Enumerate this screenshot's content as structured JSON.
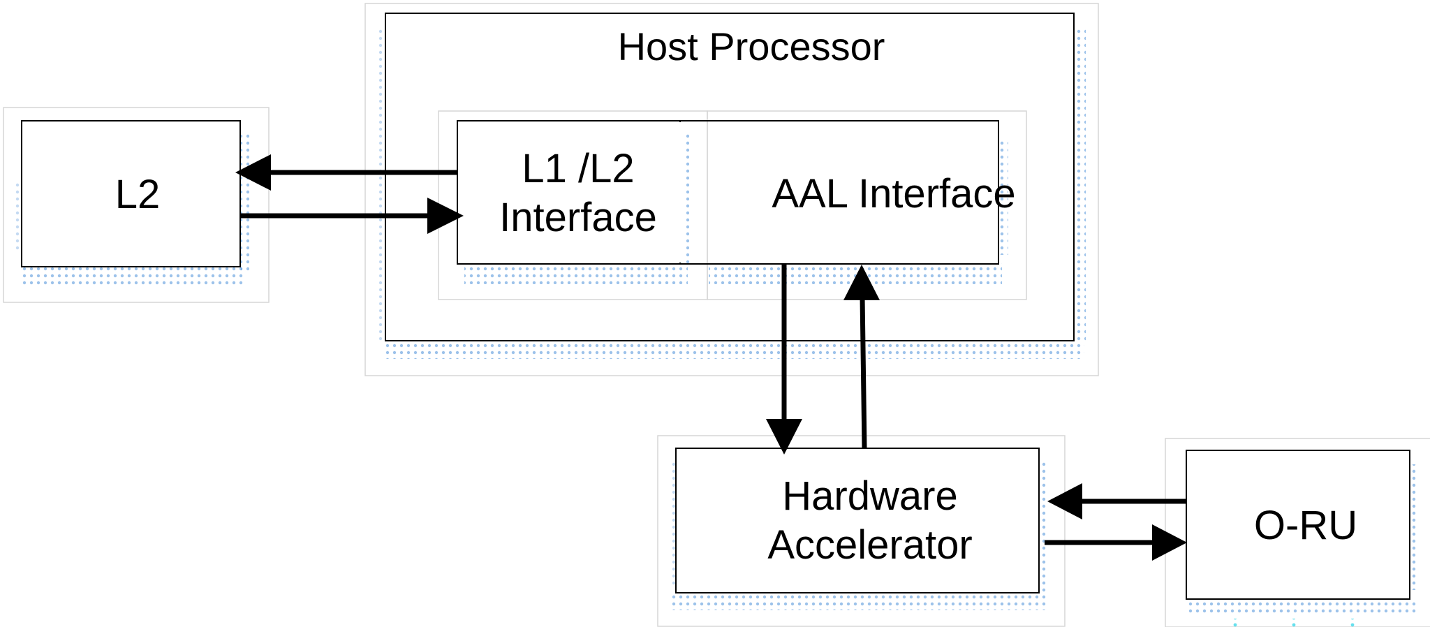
{
  "nodes": {
    "host_processor": {
      "title": "Host Processor"
    },
    "l2": {
      "label": "L2"
    },
    "l1_l2_interface": {
      "line1": "L1 /L2",
      "line2": "Interface"
    },
    "aal_interface": {
      "label": "AAL Interface"
    },
    "hardware_accelerator": {
      "line1": "Hardware",
      "line2": "Accelerator"
    },
    "oru": {
      "label": "O-RU"
    }
  },
  "edges": [
    {
      "from": "l1_l2_interface",
      "to": "l2"
    },
    {
      "from": "l2",
      "to": "l1_l2_interface"
    },
    {
      "from": "aal_interface",
      "to": "hardware_accelerator"
    },
    {
      "from": "hardware_accelerator",
      "to": "aal_interface"
    },
    {
      "from": "oru",
      "to": "hardware_accelerator"
    },
    {
      "from": "hardware_accelerator",
      "to": "oru"
    }
  ],
  "colors": {
    "stroke": "#000000",
    "frame": "#d6d6d6",
    "shadow_dots": "#4a90d9"
  }
}
